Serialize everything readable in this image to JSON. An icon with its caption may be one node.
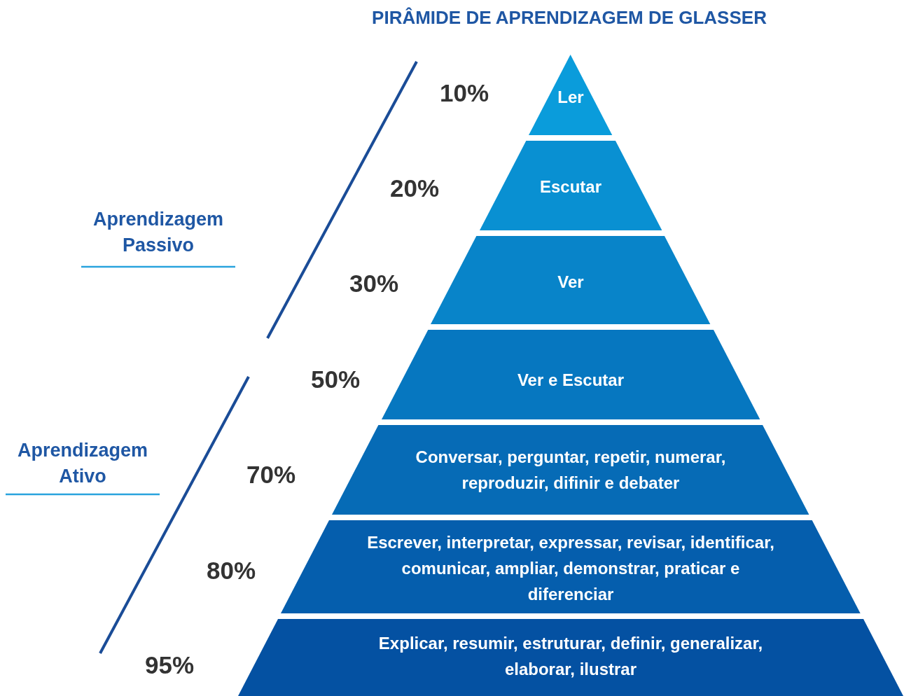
{
  "diagram": {
    "title": "PIRÂMIDE DE APRENDIZAGEM DE GLASSER",
    "nodes": [
      {
        "text": [
          "Ler"
        ],
        "beside": [
          "10%"
        ]
      },
      {
        "text": [
          "Escutar"
        ],
        "beside": [
          "20%"
        ]
      },
      {
        "text": [
          "Ver"
        ],
        "beside": [
          "30%"
        ]
      },
      {
        "text": [
          "Ver e Escutar"
        ],
        "beside": [
          "50%"
        ]
      },
      {
        "text": [
          "Conversar, perguntar, repetir, numerar, reproduzir, difinir e debater"
        ],
        "beside": [
          "70%"
        ]
      },
      {
        "text": [
          "Escrever, interpretar, expressar, revisar, identificar, comunicar, ampliar, demonstrar, praticar e diferenciar"
        ],
        "beside": [
          "80%"
        ]
      },
      {
        "text": [
          "Explicar, resumir, estruturar, definir, generalizar, elaborar, ilustrar"
        ],
        "beside": [
          "95%"
        ]
      }
    ],
    "labels": [
      "Aprendizagem Passivo",
      "Aprendizagem Ativo"
    ]
  }
}
